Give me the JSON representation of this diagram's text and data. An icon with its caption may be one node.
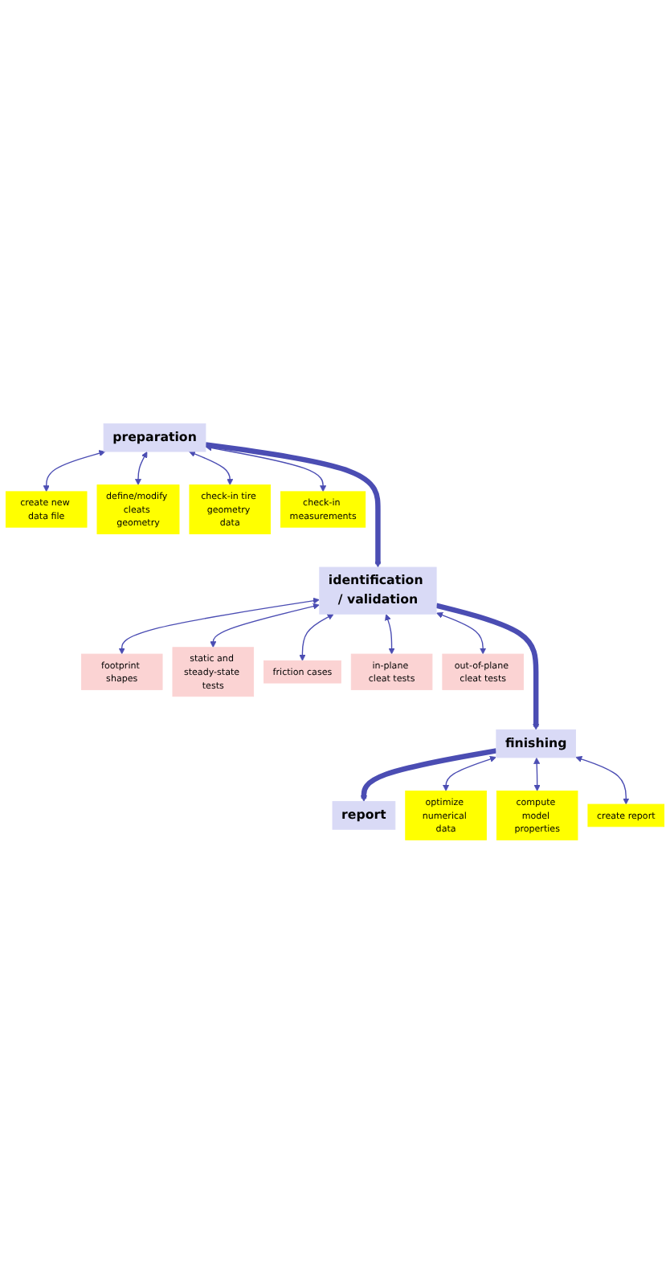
{
  "diagram": {
    "nodes": [
      {
        "text": [
          "preparation"
        ]
      },
      {
        "text": [
          "create new data file"
        ]
      },
      {
        "text": [
          "define/modify cleats geometry"
        ]
      },
      {
        "text": [
          "check-in tire geometry data"
        ]
      },
      {
        "text": [
          "check-in measurements"
        ]
      },
      {
        "text": [
          "identification / validation"
        ]
      },
      {
        "text": [
          "footprint shapes"
        ]
      },
      {
        "text": [
          "static and steady-state tests"
        ]
      },
      {
        "text": [
          "friction cases"
        ]
      },
      {
        "text": [
          "in-plane cleat tests"
        ]
      },
      {
        "text": [
          "out-of-plane cleat tests"
        ]
      },
      {
        "text": [
          "finishing"
        ]
      },
      {
        "text": [
          "optimize numerical data"
        ]
      },
      {
        "text": [
          "compute model properties"
        ]
      },
      {
        "text": [
          "create report"
        ]
      },
      {
        "text": [
          "report"
        ]
      }
    ],
    "edges": [
      {
        "from": 0,
        "to": 5,
        "arrow": "to",
        "style": "thick"
      },
      {
        "from": 0,
        "to": 1,
        "arrow": "both"
      },
      {
        "from": 0,
        "to": 2,
        "arrow": "both"
      },
      {
        "from": 0,
        "to": 3,
        "arrow": "both"
      },
      {
        "from": 0,
        "to": 4,
        "arrow": "both"
      },
      {
        "from": 5,
        "to": 11,
        "arrow": "to",
        "style": "thick"
      },
      {
        "from": 5,
        "to": 6,
        "arrow": "both"
      },
      {
        "from": 5,
        "to": 7,
        "arrow": "both"
      },
      {
        "from": 5,
        "to": 8,
        "arrow": "both"
      },
      {
        "from": 5,
        "to": 9,
        "arrow": "both"
      },
      {
        "from": 5,
        "to": 10,
        "arrow": "both"
      },
      {
        "from": 11,
        "to": 15,
        "arrow": "to",
        "style": "thick"
      },
      {
        "from": 11,
        "to": 12,
        "arrow": "both"
      },
      {
        "from": 11,
        "to": 13,
        "arrow": "both"
      },
      {
        "from": 11,
        "to": 14,
        "arrow": "both"
      }
    ]
  }
}
